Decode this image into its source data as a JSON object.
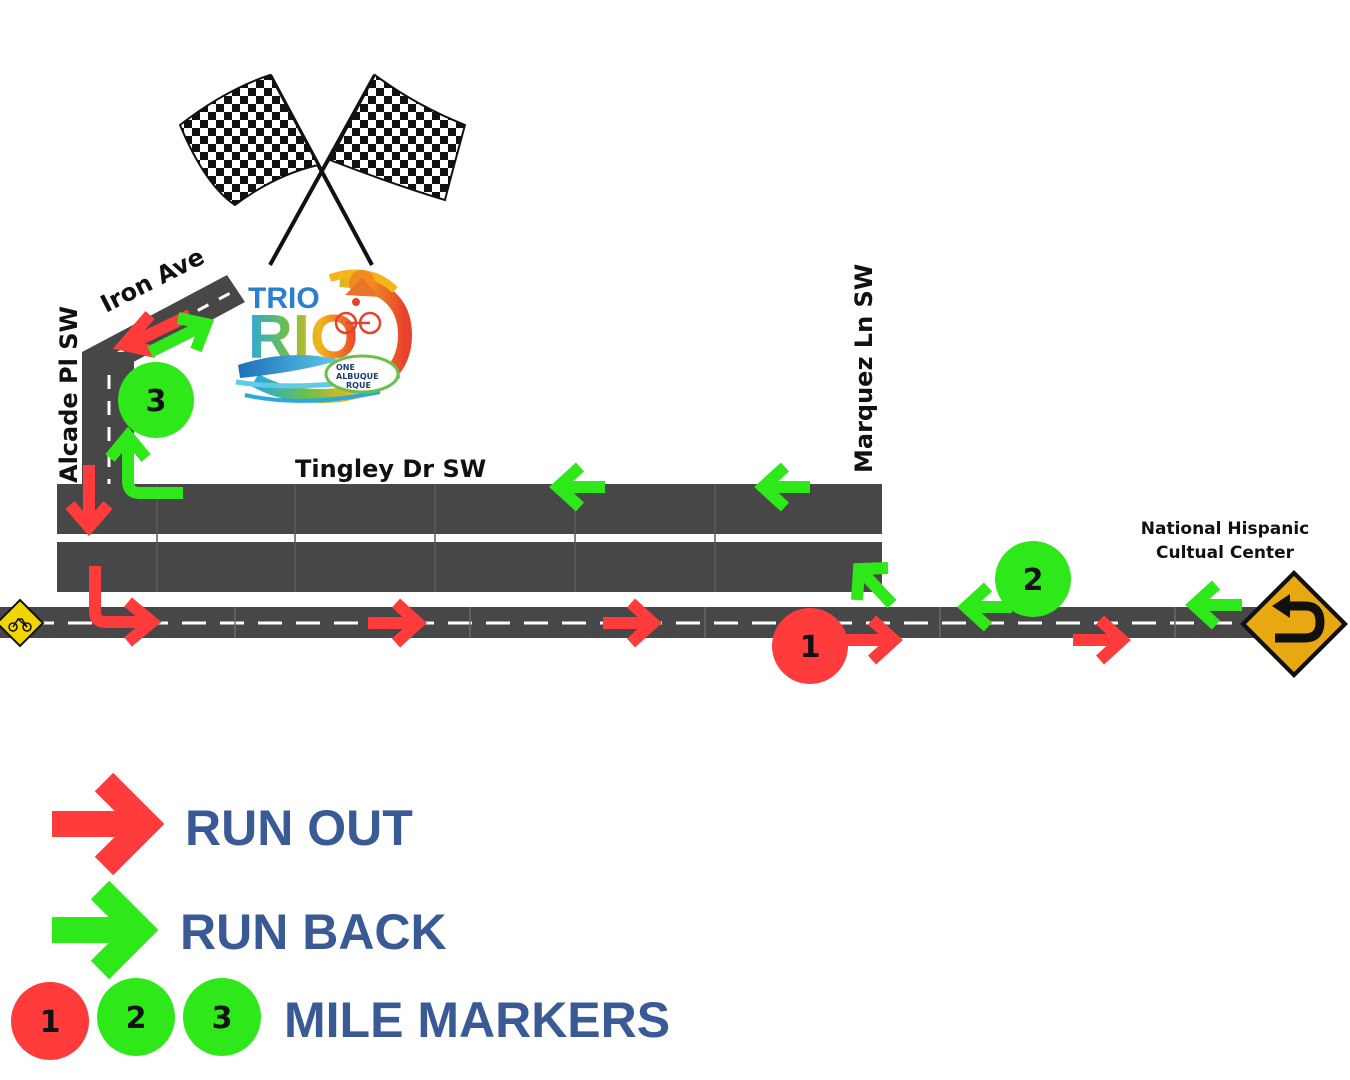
{
  "streets": {
    "iron": "Iron Ave",
    "alcade": "Alcade Pl SW",
    "tingley": "Tingley Dr SW",
    "marquez": "Marquez Ln SW"
  },
  "poi": {
    "line1": "National Hispanic",
    "line2": "Cultual Center"
  },
  "markers": {
    "m1": "1",
    "m2": "2",
    "m3": "3"
  },
  "legend": {
    "run_out": "RUN OUT",
    "run_back": "RUN BACK",
    "mile_markers": "MILE MARKERS",
    "m1": "1",
    "m2": "2",
    "m3": "3"
  },
  "logo": {
    "trio": "TRIO",
    "rio": "RIO",
    "one": "ONE",
    "albuque": "ALBUQUE",
    "rque": "RQUE"
  },
  "colors": {
    "run_out": "#ff3b3b",
    "run_back": "#2ee81a",
    "road": "#474747",
    "legend_text": "#3a5a95",
    "sign": "#e8a812"
  },
  "icons": {
    "finish": "checkered-flags-icon",
    "bike": "bike-sign-icon",
    "turnaround": "u-turn-sign-icon"
  }
}
